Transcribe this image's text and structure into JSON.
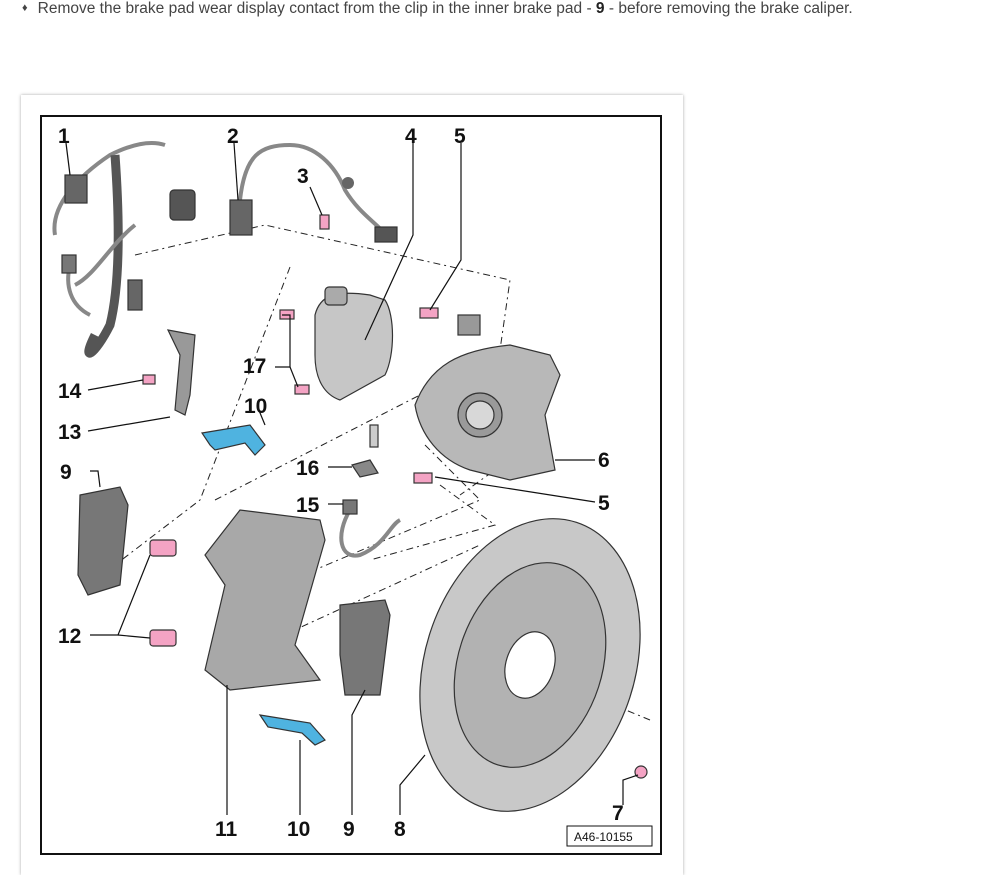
{
  "instruction": {
    "bullet": "♦",
    "text_before": "Remove the brake pad wear display contact from the clip in the inner brake pad - ",
    "bold": "9",
    "text_after": " - before removing the brake caliper."
  },
  "figure": {
    "reference": "A46-10155",
    "labels": {
      "l1": "1",
      "l2": "2",
      "l3": "3",
      "l4": "4",
      "l5a": "5",
      "l5b": "5",
      "l6": "6",
      "l7": "7",
      "l8": "8",
      "l9a": "9",
      "l9b": "9",
      "l10a": "10",
      "l10b": "10",
      "l11": "11",
      "l12": "12",
      "l13": "13",
      "l14": "14",
      "l15": "15",
      "l16": "16",
      "l17": "17"
    },
    "colors": {
      "pink": "#f4a3c4",
      "blue": "#4fb3e0",
      "grey": "#b8b8b8",
      "dark": "#555555"
    }
  }
}
